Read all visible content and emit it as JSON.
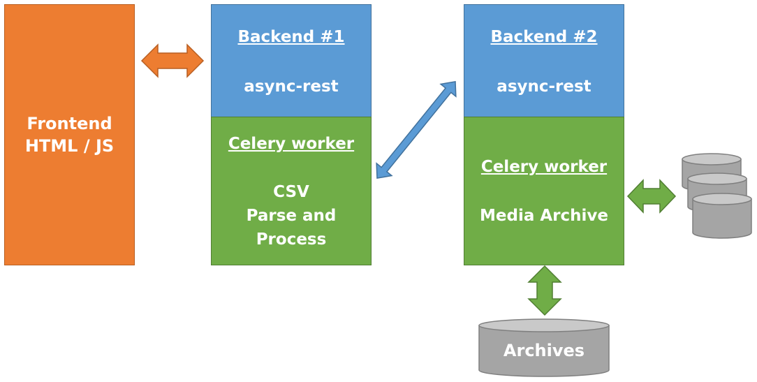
{
  "frontend": {
    "line1": "Frontend",
    "line2": "HTML / JS",
    "color": "#ed7d31"
  },
  "backend1": {
    "title": "Backend #1",
    "subtitle": "async-rest",
    "worker_title": "Celery worker",
    "worker_lines": [
      "CSV",
      "Parse and",
      "Process"
    ]
  },
  "backend2": {
    "title": "Backend #2",
    "subtitle": "async-rest",
    "worker_title": "Celery worker",
    "worker_lines": [
      "Media Archive"
    ]
  },
  "archives": {
    "label": "Archives"
  },
  "colors": {
    "orange": "#ed7d31",
    "blue": "#5b9bd5",
    "green": "#70ad47",
    "gray": "#a5a5a5"
  },
  "connectors": [
    "frontend-backend1-arrow",
    "worker1-backend2-arrow",
    "worker2-databases-arrow",
    "worker2-archives-arrow"
  ]
}
